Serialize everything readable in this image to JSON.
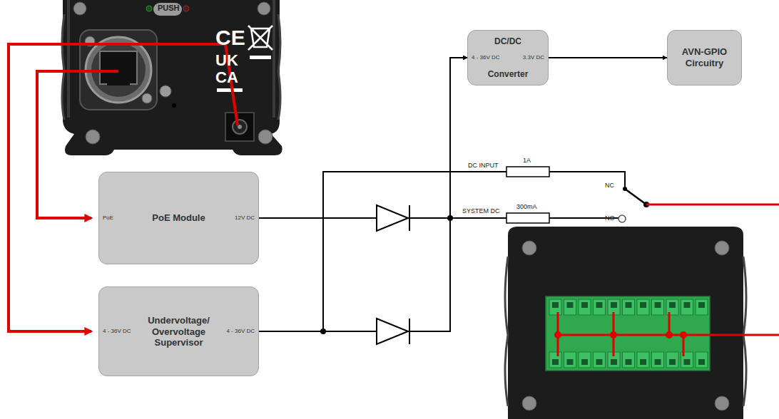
{
  "diagram": {
    "nodes": [
      {
        "text": [
          "DC/DC",
          "4 - 36V DC",
          "3.3V DC",
          "Converter"
        ]
      },
      {
        "text": [
          "AVN-GPIO Circuitry"
        ]
      },
      {
        "text": [
          "PoE",
          "PoE Module",
          "12V DC"
        ]
      },
      {
        "text": [
          "Undervoltage/ Overvoltage Supervisor",
          "4 - 36V DC",
          "4 - 36V DC"
        ]
      }
    ],
    "edges": [
      {
        "from": 2,
        "to": 0,
        "arrow": "to"
      },
      {
        "from": 3,
        "to": 0,
        "arrow": "to"
      },
      {
        "from": 0,
        "to": 1,
        "arrow": "to"
      }
    ],
    "labels": [
      "PUSH",
      "CE",
      "UK",
      "CA",
      "DC INPUT",
      "1A",
      "SYSTEM DC",
      "300mA",
      "NC",
      "NO"
    ]
  }
}
